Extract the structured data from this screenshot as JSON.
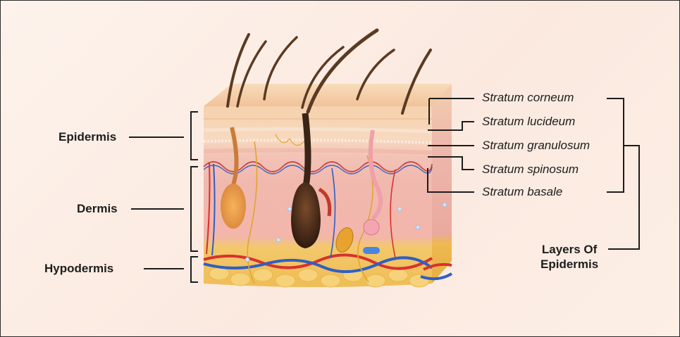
{
  "labels": {
    "epidermis": "Epidermis",
    "dermis": "Dermis",
    "hypodermis": "Hypodermis"
  },
  "layers": [
    "Stratum corneum",
    "Stratum lucideum",
    "Stratum granulosum",
    "Stratum spinosum",
    "Stratum basale"
  ],
  "group_label": {
    "line1": "Layers Of",
    "line2": "Epidermis"
  },
  "colors": {
    "background": "#fbeee6",
    "line": "#1d1d1d",
    "epidermis_top": "#f6d2ad",
    "dermis": "#f1b8ae",
    "hypodermis": "#f3c766",
    "artery": "#d8322e",
    "vein": "#2f5fc4",
    "hair": "#5a3a22"
  }
}
